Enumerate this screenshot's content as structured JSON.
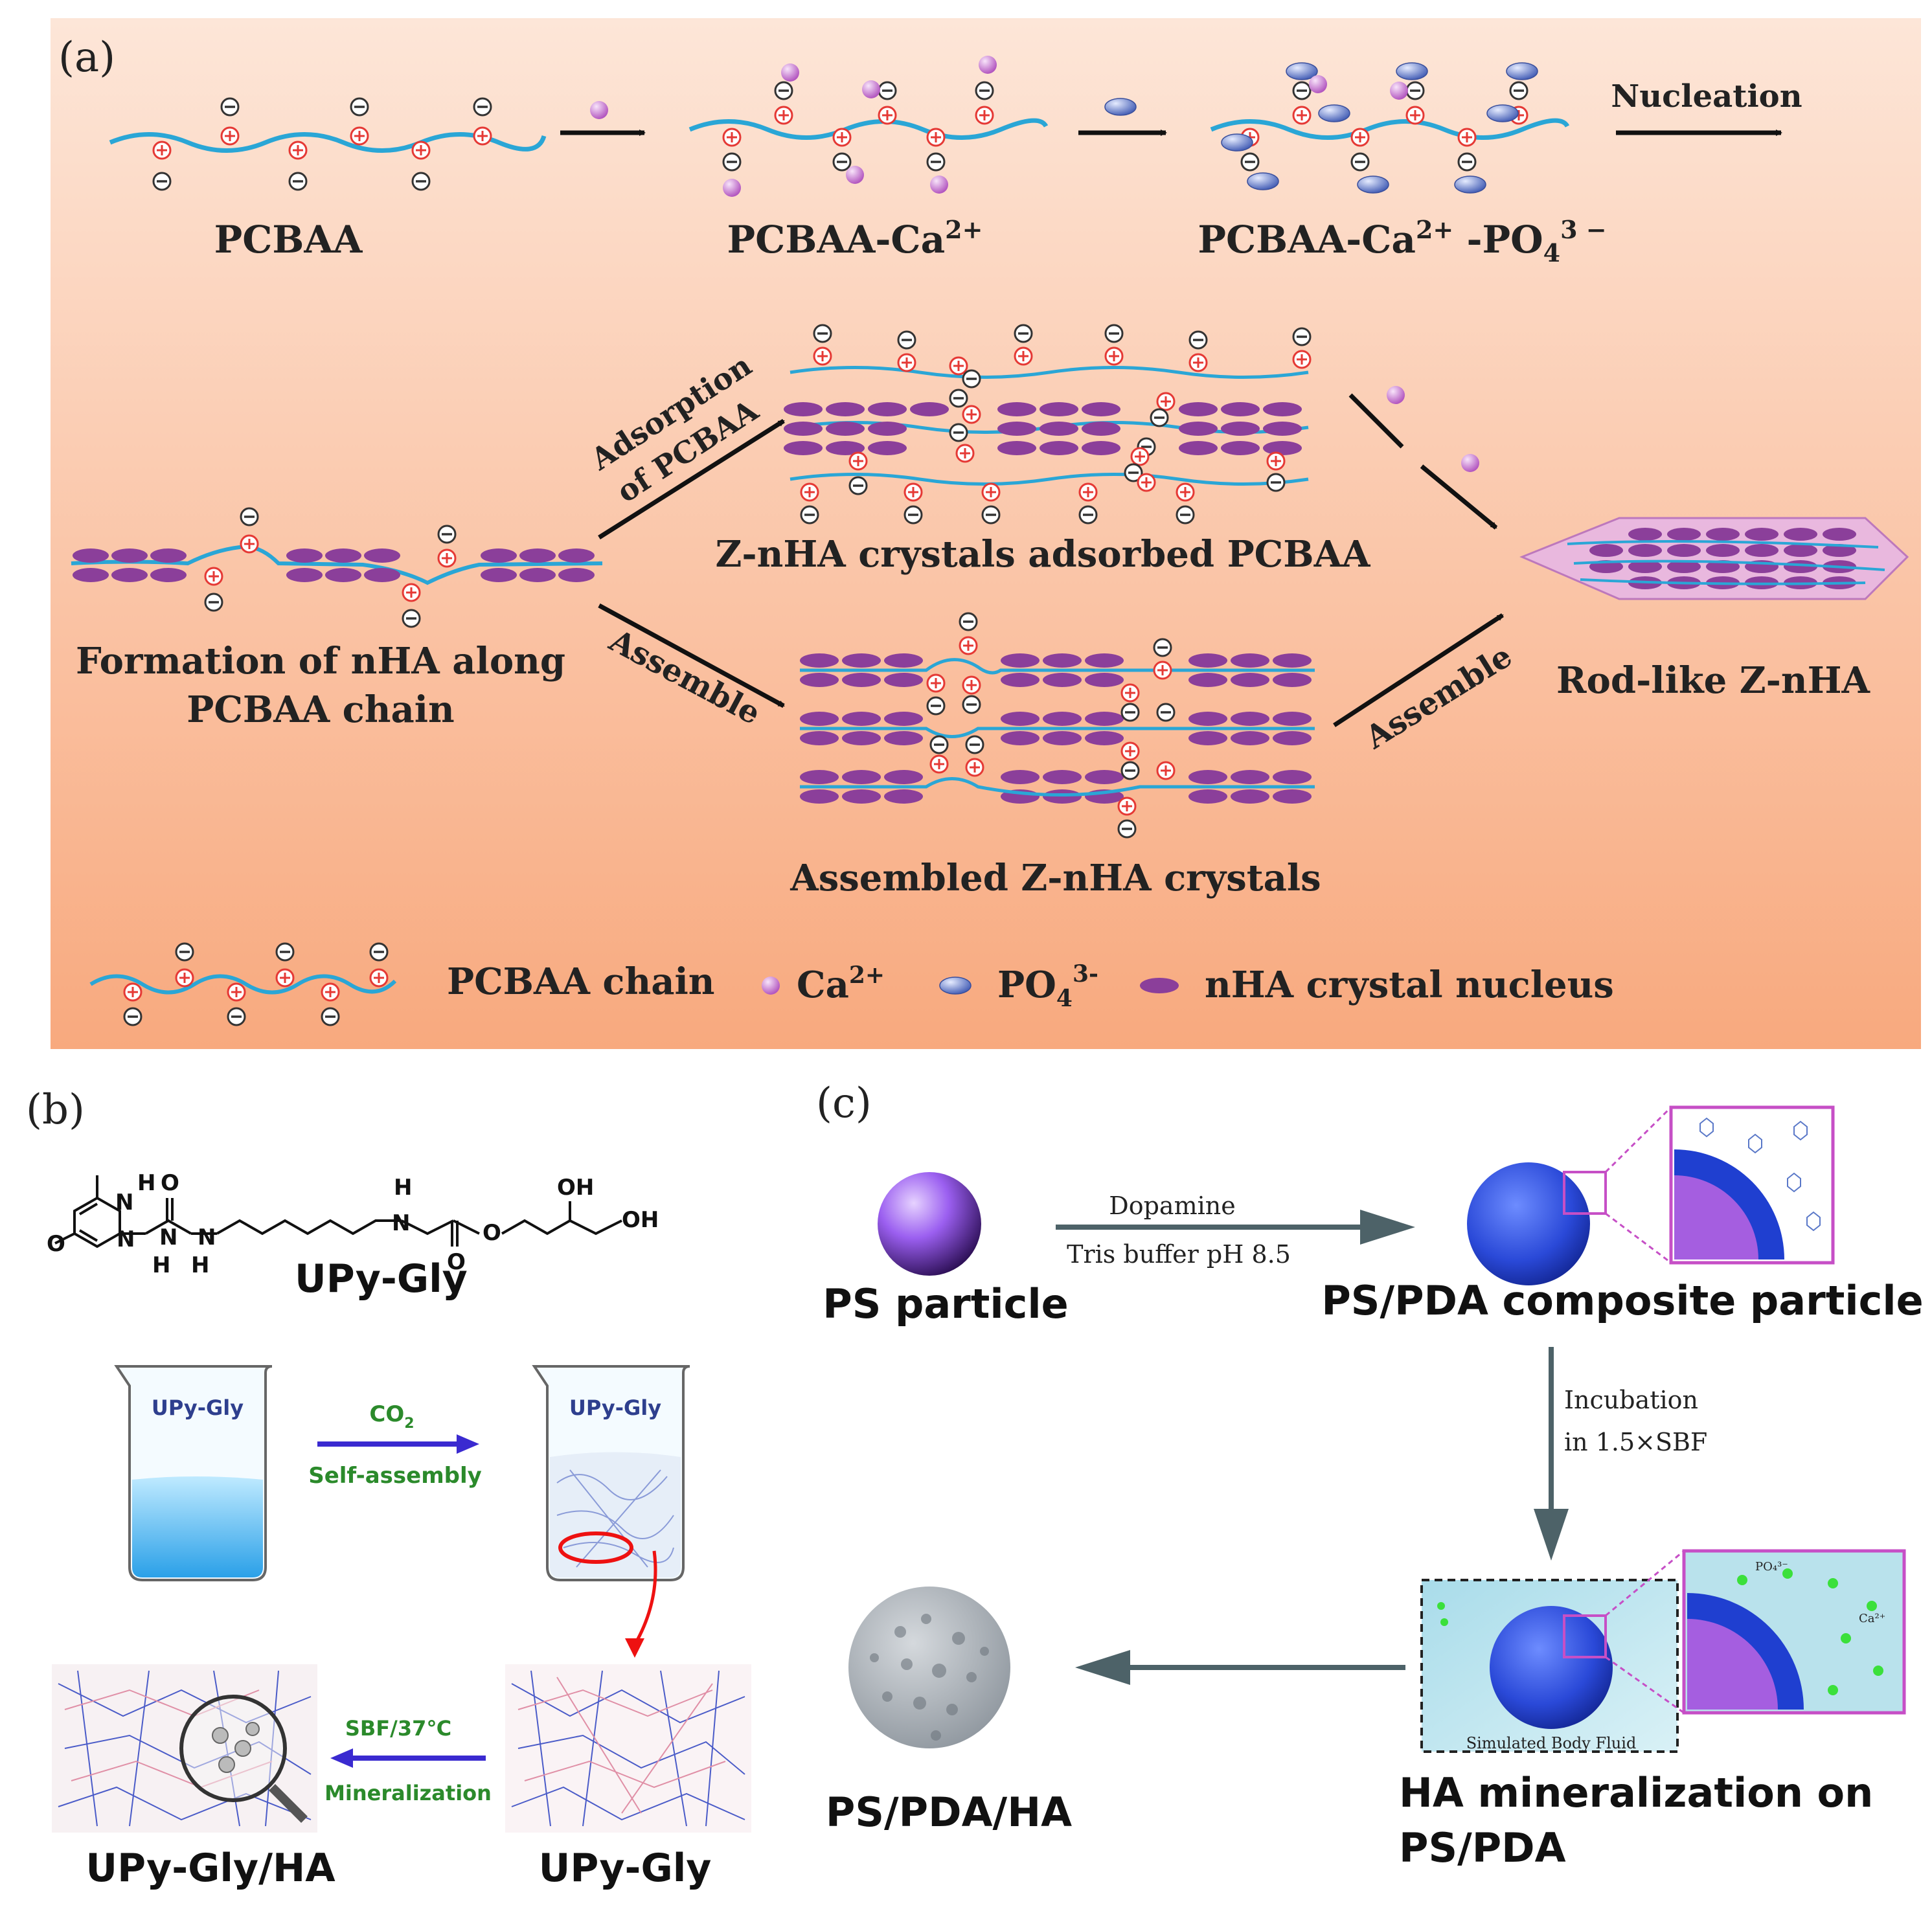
{
  "panel_a": {
    "label": "(a)",
    "stage1": "PCBAA",
    "stage2": "PCBAA-Ca",
    "stage2_sup": "2+",
    "stage3": "PCBAA-Ca",
    "stage3_sup1": "2+",
    "stage3_mid": " -PO",
    "stage3_sub": "4",
    "stage3_sup2": "3 −",
    "nucleation": "Nucleation",
    "formation_line1": "Formation of nHA  along",
    "formation_line2": "PCBAA  chain",
    "adsorption_line1": "Adsorption",
    "adsorption_line2": "of  PCBAA",
    "assemble_left": "Assemble",
    "assemble_right": "Assemble",
    "adsorbed_caption": "Z-nHA crystals adsorbed PCBAA",
    "assembled_caption": "Assembled Z-nHA crystals",
    "rodlike": "Rod-like   Z-nHA",
    "legend": {
      "chain": "PCBAA  chain",
      "ca": "Ca",
      "ca_sup": "2+",
      "po": "PO",
      "po_sub": "4",
      "po_sup": "3-",
      "nucleus": "nHA crystal nucleus"
    },
    "colors": {
      "background_top": "#fde3d3",
      "background_bottom": "#f9ad83",
      "chain": "#2aa6d6",
      "plus": "#e53935",
      "nucleus": "#8b3f9a",
      "ca": "#d58ad6",
      "po": "#6f86c9"
    }
  },
  "panel_b": {
    "label": "(b)",
    "molecule_name": "UPy-Gly",
    "beaker_left_label": "UPy-Gly",
    "beaker_right_label": "UPy-Gly",
    "co2_label": "CO",
    "co2_sub": "2",
    "self_assembly": "Self-assembly",
    "sbf_label": "SBF/37℃",
    "mineralization": "Mineralization",
    "product_label": "UPy-Gly/HA",
    "gel_label": "UPy-Gly",
    "atoms": [
      "H",
      "N",
      "O",
      "N",
      "N",
      "O",
      "N",
      "H",
      "H",
      "H",
      "N",
      "O",
      "O",
      "OH",
      "OH"
    ]
  },
  "panel_c": {
    "label": "(c)",
    "ps_particle": "PS particle",
    "dopamine": "Dopamine",
    "tris": "Tris buffer  pH 8.5",
    "composite": "PS/PDA composite particle",
    "incubation_line1": "Incubation",
    "incubation_line2": "in 1.5×SBF",
    "sbf_box_label": "Simulated Body Fluid",
    "mineral_line1": "HA mineralization on",
    "mineral_line2": "PS/PDA",
    "final": "PS/PDA/HA",
    "zoom_labels": [
      "PO₄³⁻",
      "Ca²⁺"
    ]
  }
}
